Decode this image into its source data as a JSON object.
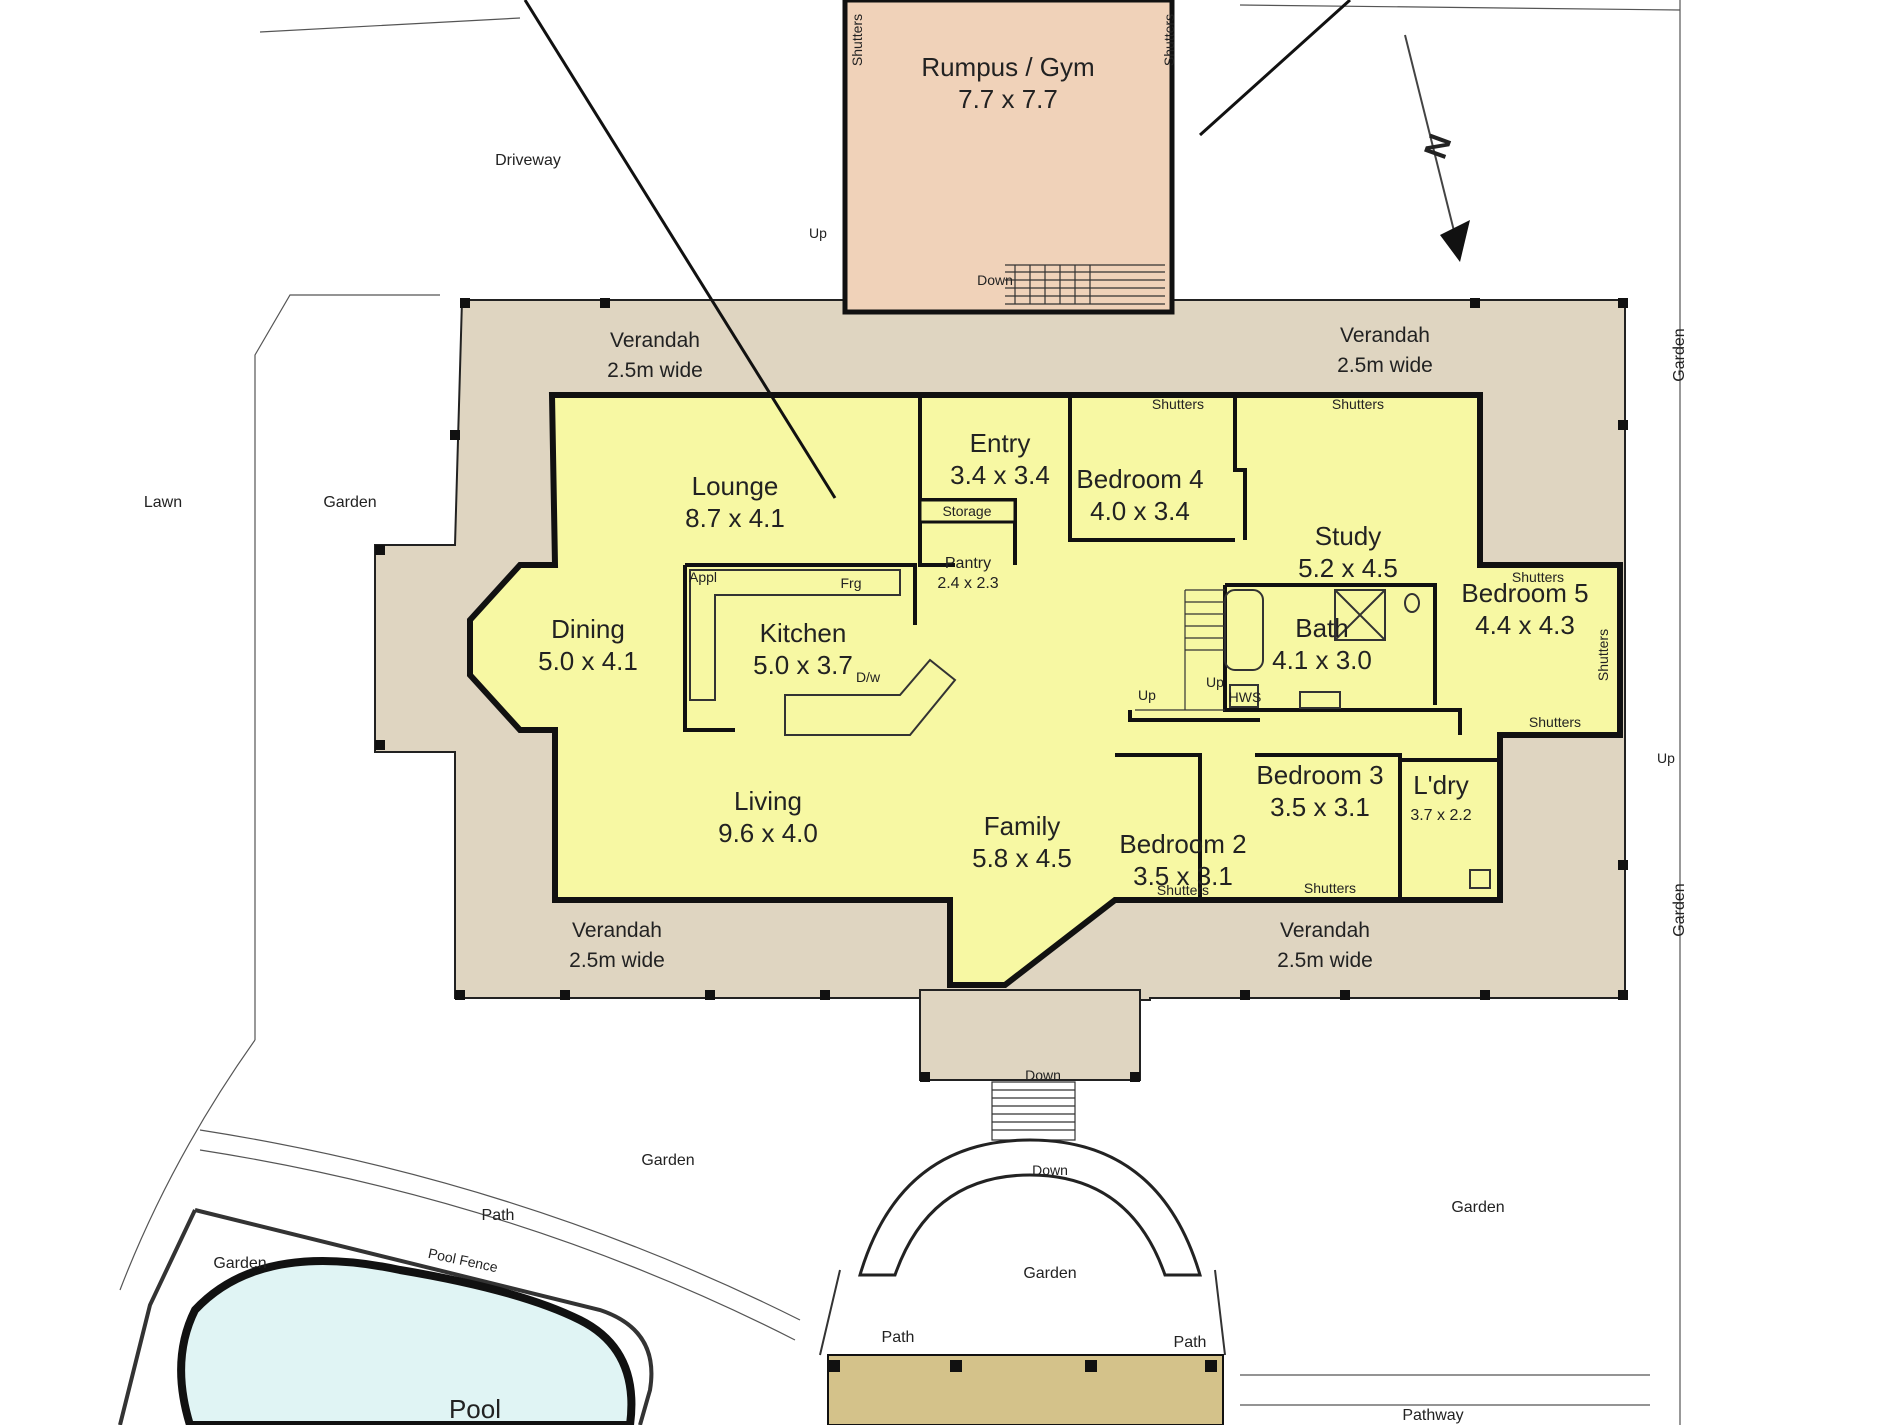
{
  "colors": {
    "background": "#ffffff",
    "verandah": "#dfd5c1",
    "interior": "#f7f8a3",
    "rumpus": "#f0d2b9",
    "pool_water": "#e0f4f4",
    "deck": "#d4c28a",
    "wall": "#111111"
  },
  "rooms": {
    "rumpus": {
      "name": "Rumpus / Gym",
      "size": "7.7 x 7.7"
    },
    "lounge": {
      "name": "Lounge",
      "size": "8.7 x 4.1"
    },
    "entry": {
      "name": "Entry",
      "size": "3.4 x 3.4"
    },
    "bedroom4": {
      "name": "Bedroom 4",
      "size": "4.0 x 3.4"
    },
    "study": {
      "name": "Study",
      "size": "5.2 x 4.5"
    },
    "bedroom5": {
      "name": "Bedroom 5",
      "size": "4.4 x 4.3"
    },
    "dining": {
      "name": "Dining",
      "size": "5.0 x 4.1"
    },
    "kitchen": {
      "name": "Kitchen",
      "size": "5.0 x 3.7"
    },
    "pantry": {
      "name": "Pantry",
      "size": "2.4 x 2.3"
    },
    "bath": {
      "name": "Bath",
      "size": "4.1 x 3.0"
    },
    "living": {
      "name": "Living",
      "size": "9.6 x 4.0"
    },
    "family": {
      "name": "Family",
      "size": "5.8 x 4.5"
    },
    "bedroom2": {
      "name": "Bedroom 2",
      "size": "3.5 x 3.1"
    },
    "bedroom3": {
      "name": "Bedroom 3",
      "size": "3.5 x 3.1"
    },
    "laundry": {
      "name": "L'dry",
      "size": "3.7 x 2.2"
    }
  },
  "verandahs": {
    "nw": {
      "name": "Verandah",
      "width": "2.5m wide"
    },
    "ne": {
      "name": "Verandah",
      "width": "2.5m wide"
    },
    "sw": {
      "name": "Verandah",
      "width": "2.5m wide"
    },
    "se": {
      "name": "Verandah",
      "width": "2.5m wide"
    }
  },
  "fixtures": {
    "storage": "Storage",
    "appl": "Appl",
    "frg": "Frg",
    "dw": "D/w",
    "hws": "HWS",
    "shutters": "Shutters"
  },
  "stairs": {
    "up": "Up",
    "down": "Down"
  },
  "outdoor": {
    "driveway": "Driveway",
    "lawn": "Lawn",
    "garden": "Garden",
    "path": "Path",
    "pool_fence": "Pool Fence",
    "pool": "Pool",
    "pathway": "Pathway"
  },
  "compass": {
    "north": "N"
  }
}
